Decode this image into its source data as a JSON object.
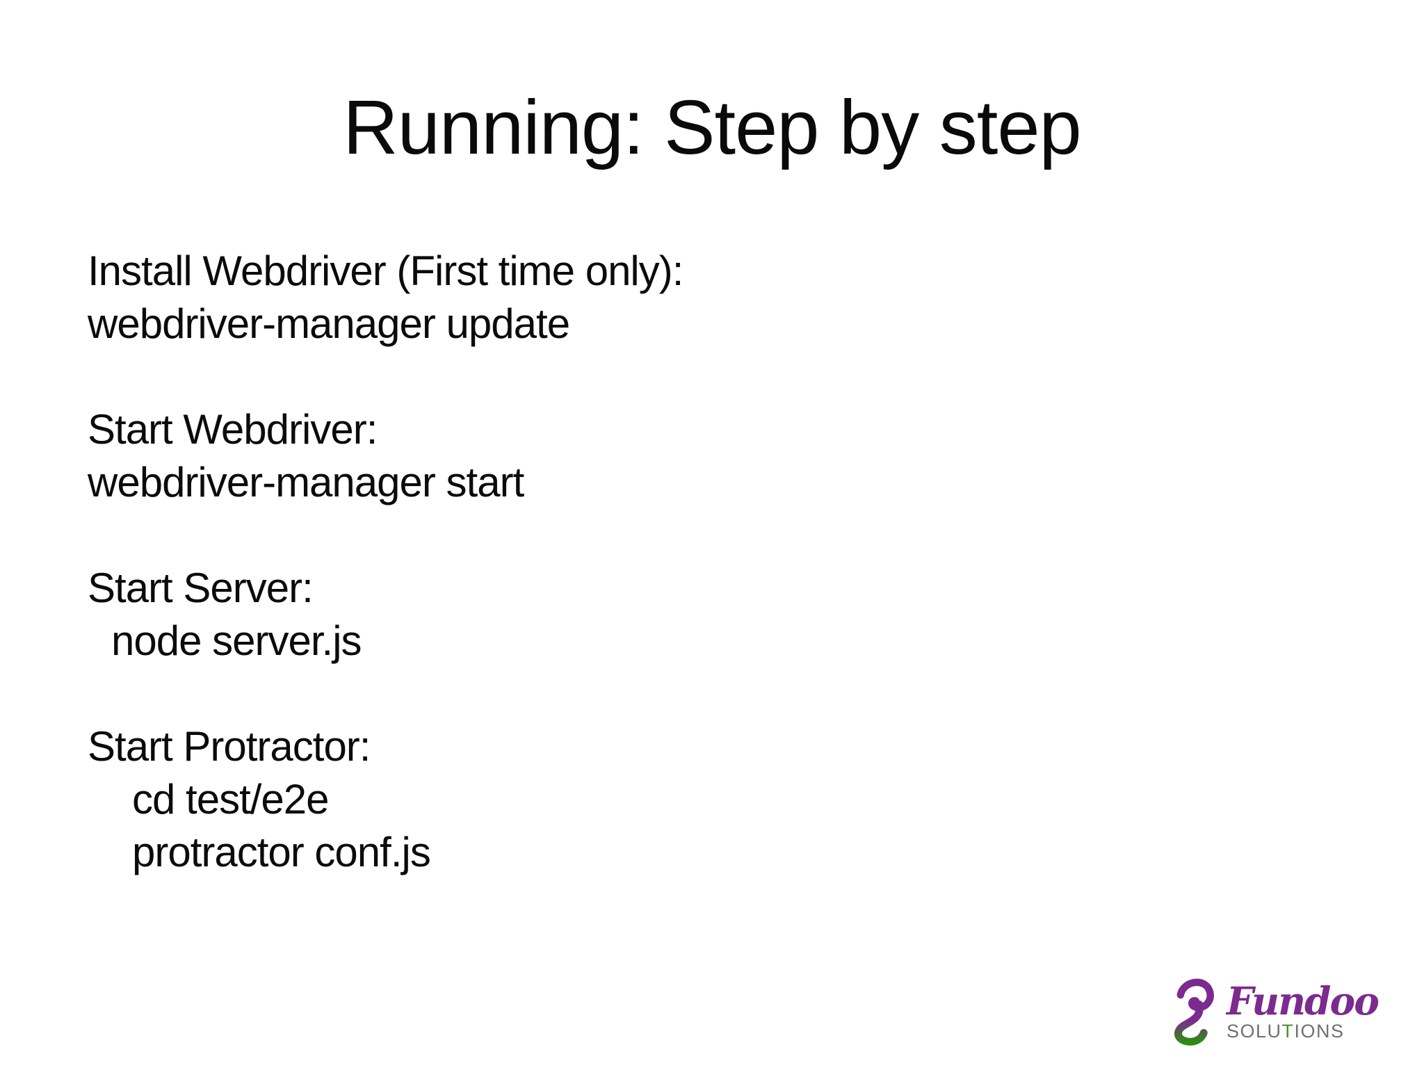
{
  "slide": {
    "title": "Running: Step by step",
    "lines": [
      {
        "text": "Install Webdriver (First time only):",
        "indent": 0
      },
      {
        "text": "webdriver-manager update",
        "indent": 0
      },
      {
        "text": "",
        "indent": 0
      },
      {
        "text": "Start Webdriver:",
        "indent": 0
      },
      {
        "text": "webdriver-manager start",
        "indent": 0
      },
      {
        "text": "",
        "indent": 0
      },
      {
        "text": "Start Server:",
        "indent": 0
      },
      {
        "text": "node server.js",
        "indent": 1
      },
      {
        "text": "",
        "indent": 0
      },
      {
        "text": "Start Protractor:",
        "indent": 0
      },
      {
        "text": "cd test/e2e",
        "indent": 2
      },
      {
        "text": "protractor conf.js",
        "indent": 2
      }
    ]
  },
  "logo": {
    "brand": "Fundoo",
    "tagline_part1": "SOLU",
    "tagline_accent": "T",
    "tagline_part2": "IONS",
    "colors": {
      "purple": "#7b2b8e",
      "green": "#2e8c10",
      "gray": "#6e726e",
      "text": "#0b0b0b",
      "background": "#ffffff"
    }
  }
}
